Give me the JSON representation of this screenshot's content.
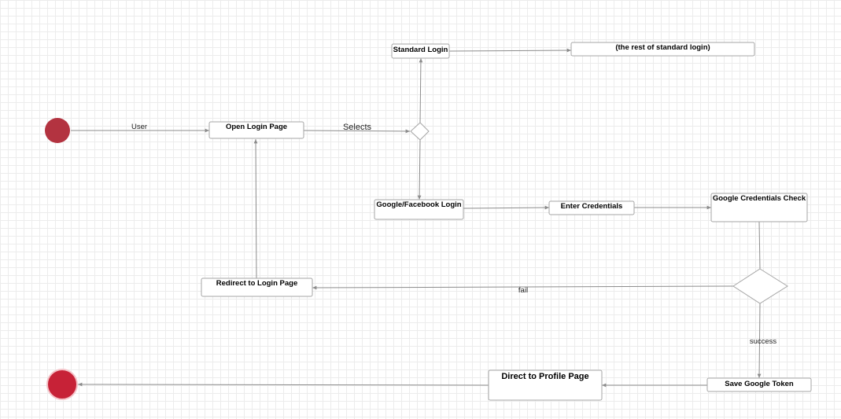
{
  "diagram": {
    "colors": {
      "start_node": "#b33340",
      "end_node": "#c72237",
      "end_node_ring": "#f4c3c8",
      "box_border": "#a6a6a6",
      "edge": "#8c8c8c",
      "grid": "#ececec"
    },
    "nodes": {
      "standard_login": "Standard Login",
      "rest_of_standard_login": "(the rest of standard login)",
      "open_login_page": "Open Login Page",
      "google_facebook_login": "Google/Facebook Login",
      "enter_credentials": "Enter Credentials",
      "google_credentials_check": "Google Credentials Check",
      "redirect_to_login_page": "Redirect to Login Page",
      "direct_to_profile_page": "Direct to Profile Page",
      "save_google_token": "Save Google Token"
    },
    "edge_labels": {
      "user": "User",
      "selects": "Selects",
      "fail": "fail",
      "success": "success"
    }
  }
}
